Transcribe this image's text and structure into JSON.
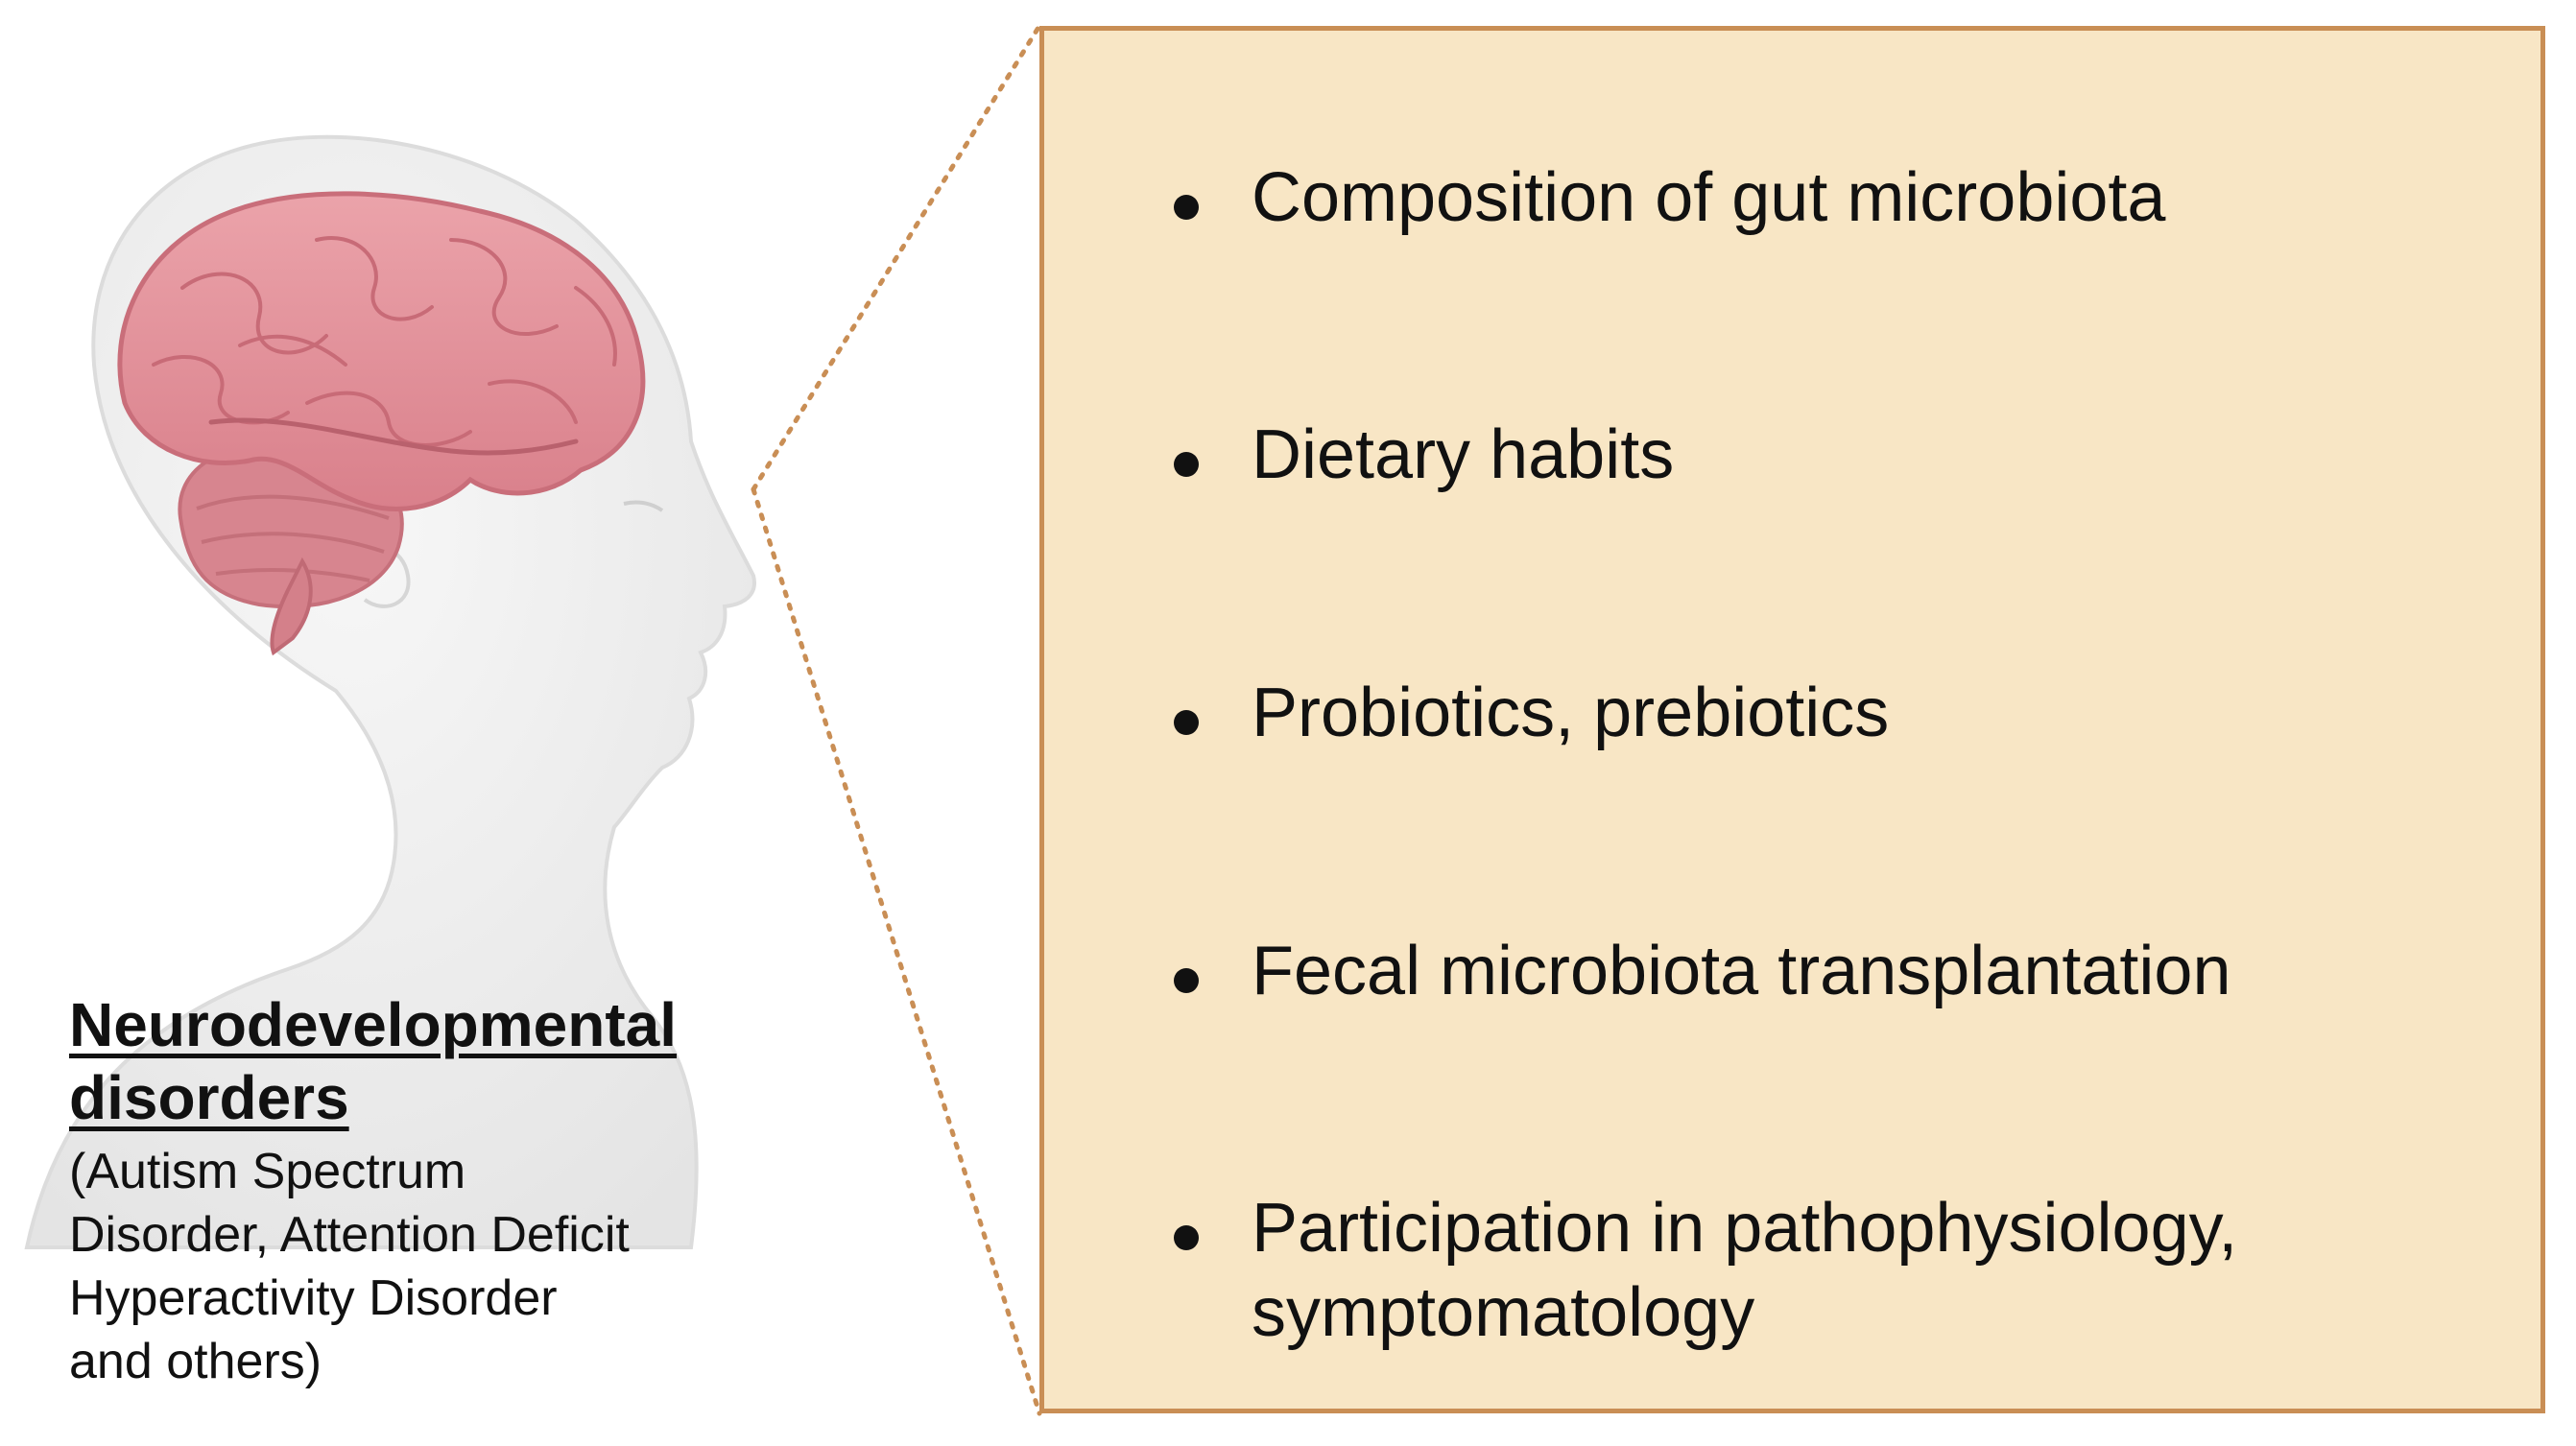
{
  "caption": {
    "title": "Neurodevelopmental disorders",
    "subtitle": "(Autism Spectrum Disorder, Attention Deficit Hyperactivity Disorder and others)"
  },
  "panel": {
    "items": [
      {
        "text": "Composition of gut microbiota"
      },
      {
        "text": "Dietary habits"
      },
      {
        "text": "Probiotics, prebiotics"
      },
      {
        "text": "Fecal microbiota transplantation"
      },
      {
        "text": "Participation in pathophysiology, symptomatology"
      }
    ]
  },
  "colors": {
    "panel_fill": "#f8e6c5",
    "panel_border": "#c98e55",
    "brain": "#e3919a",
    "head_silhouette": "#ebebeb",
    "connector": "#c98e55",
    "text": "#111111"
  },
  "icons": {
    "head": "human-head-profile-icon",
    "brain": "brain-icon"
  }
}
